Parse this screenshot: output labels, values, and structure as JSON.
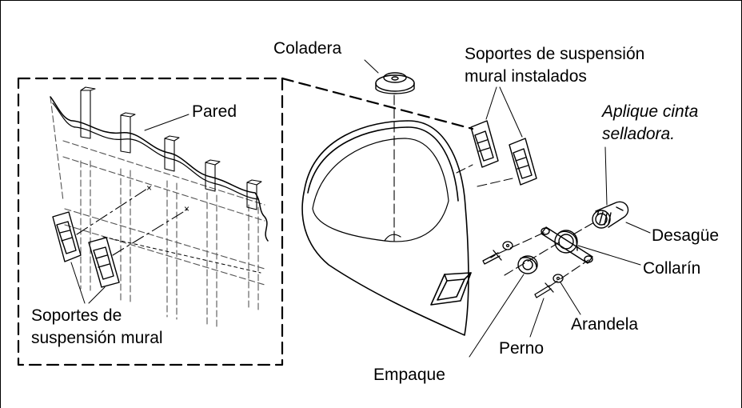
{
  "labels": {
    "coladera": "Coladera",
    "soportes_instalados_1": "Soportes de suspensión",
    "soportes_instalados_2": "mural instalados",
    "pared": "Pared",
    "aplique_1": "Aplique cinta",
    "aplique_2": "selladora.",
    "desague": "Desagüe",
    "collarin": "Collarín",
    "arandela": "Arandela",
    "perno": "Perno",
    "empaque": "Empaque",
    "soportes_mural_1": "Soportes de",
    "soportes_mural_2": "suspensión mural"
  },
  "colors": {
    "line": "#000000",
    "background": "#ffffff"
  }
}
